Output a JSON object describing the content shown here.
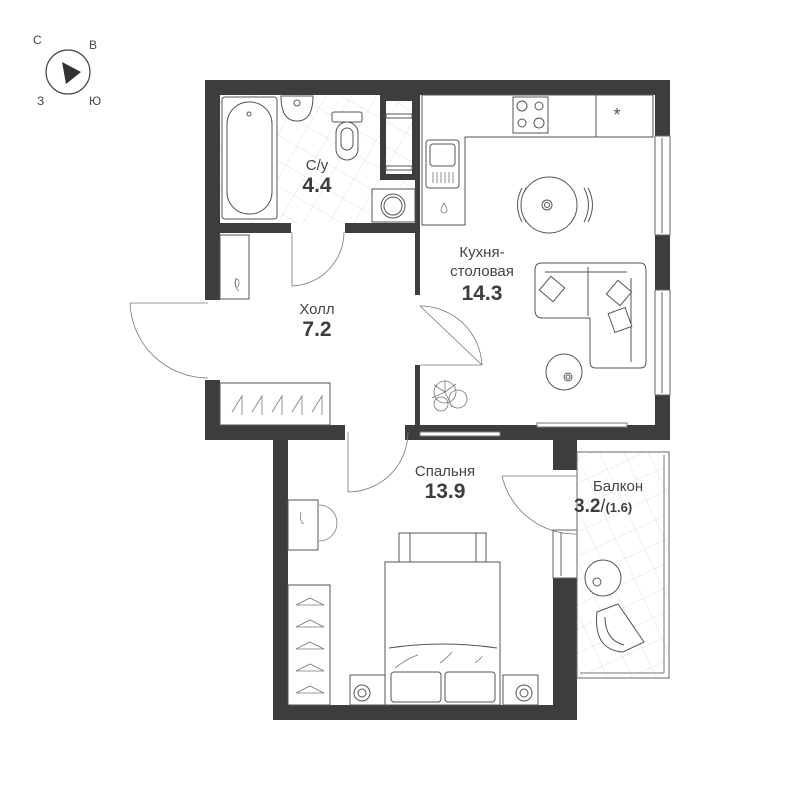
{
  "compass": {
    "north": "С",
    "east": "В",
    "south": "Ю",
    "west": "З"
  },
  "rooms": [
    {
      "id": "bathroom",
      "name": "С/у",
      "area": "4.4"
    },
    {
      "id": "kitchen",
      "name_line1": "Кухня-",
      "name_line2": "столовая",
      "area": "14.3"
    },
    {
      "id": "hall",
      "name": "Холл",
      "area": "7.2"
    },
    {
      "id": "bedroom",
      "name": "Спальня",
      "area": "13.9"
    },
    {
      "id": "balcony",
      "name": "Балкон",
      "area": "3.2",
      "area_reduced": "(1.6)",
      "separator": "/"
    }
  ],
  "colors": {
    "wall": "#3d3d3d",
    "line": "#555555",
    "tile": "#d8d8d8",
    "background": "#ffffff"
  }
}
